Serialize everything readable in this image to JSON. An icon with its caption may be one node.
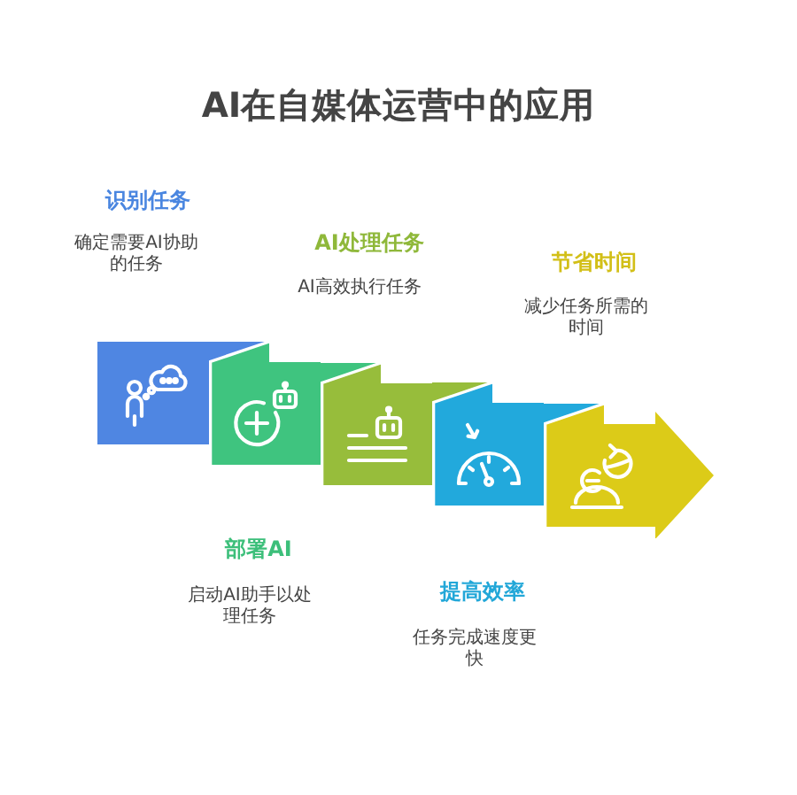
{
  "diagram": {
    "title": "AI在自媒体运营中的应用",
    "nodes": [
      {
        "text": [],
        "shape": "box",
        "beside": [
          "识别任务",
          "确定需要AI协助的任务"
        ]
      },
      {
        "text": [],
        "shape": "box",
        "beside": [
          "部署AI",
          "启动AI助手以处理任务"
        ]
      },
      {
        "text": [],
        "shape": "box",
        "beside": [
          "AI处理任务",
          "AI高效执行任务"
        ]
      },
      {
        "text": [],
        "shape": "box",
        "beside": [
          "提高效率",
          "任务完成速度更快"
        ]
      },
      {
        "text": [],
        "shape": "arrow",
        "beside": [
          "节省时间",
          "减少任务所需的时间"
        ]
      }
    ]
  }
}
